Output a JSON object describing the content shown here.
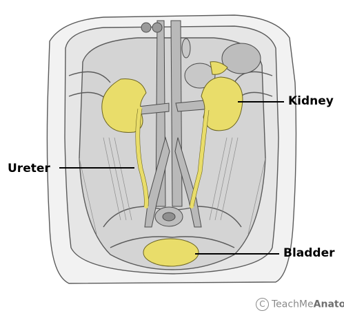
{
  "labels": {
    "kidney": "Kidney",
    "ureter": "Ureter",
    "bladder": "Bladder"
  },
  "credit": {
    "symbol": "C",
    "brand_regular": "TeachMe",
    "brand_bold": "Anato"
  },
  "colors": {
    "organ_highlight": "#e9dd6a",
    "line_art": "#5a5a5a",
    "label_text": "#000000",
    "credit_text": "#8a8a8a"
  }
}
